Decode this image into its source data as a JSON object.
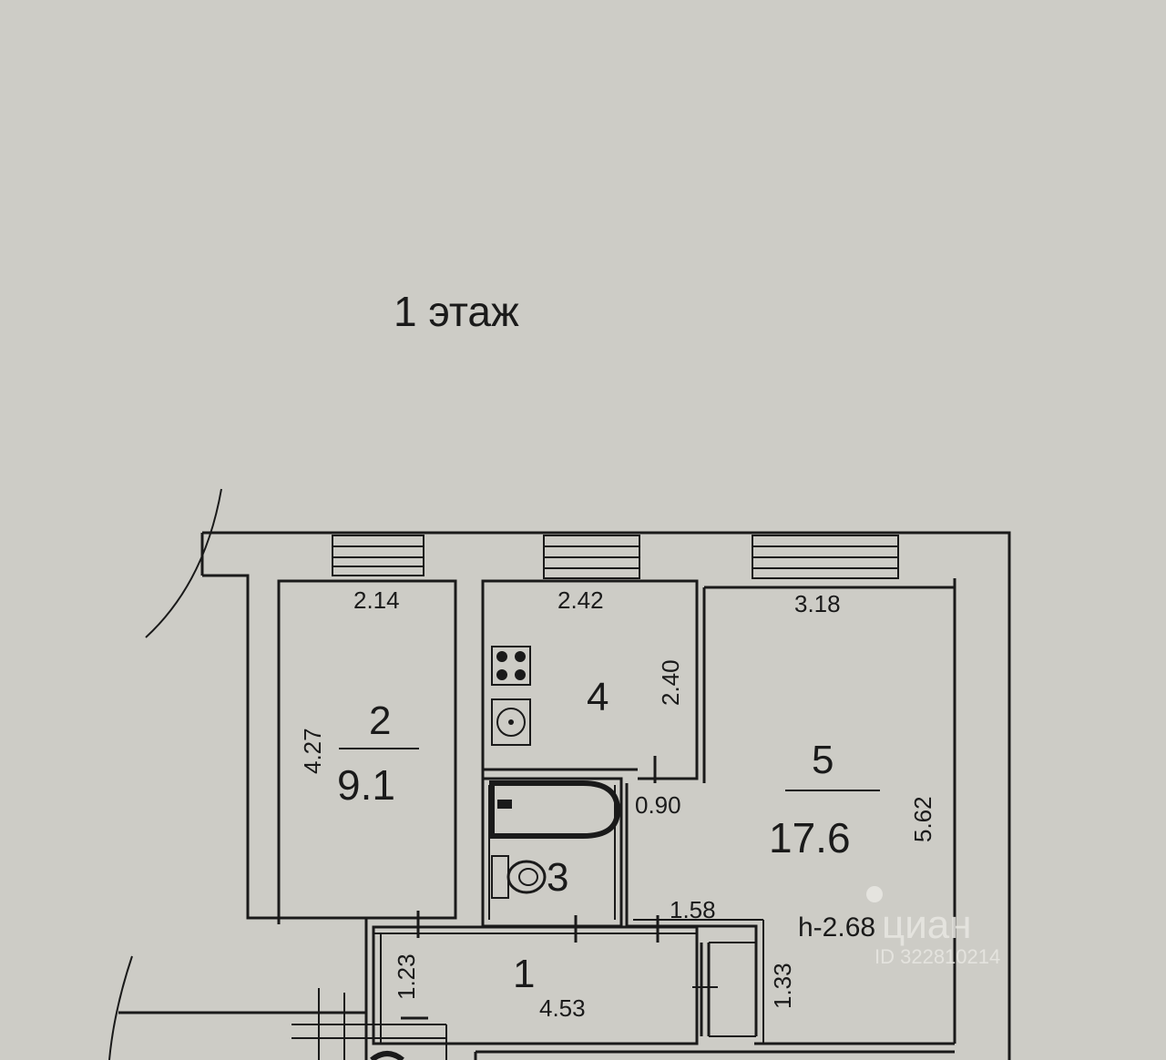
{
  "floor_title": "1 этаж",
  "rooms": [
    {
      "number": "1"
    },
    {
      "number": "2",
      "area": "9.1"
    },
    {
      "number": "3"
    },
    {
      "number": "4"
    },
    {
      "number": "5",
      "area": "17.6"
    }
  ],
  "dimensions": {
    "room2_width": "2.14",
    "room2_length": "4.27",
    "room4_width": "2.42",
    "room4_length": "2.40",
    "room5_width": "3.18",
    "room5_length": "5.62",
    "door_width": "0.90",
    "closet_width": "1.58",
    "closet_length": "1.33",
    "hall_width": "4.53",
    "hall_length": "1.23"
  },
  "ceiling_height": "h-2.68",
  "watermark": {
    "brand": "циан",
    "id": "ID 322810214"
  },
  "icons": [
    "stove-icon",
    "sink-icon",
    "bathtub-icon",
    "toilet-icon"
  ]
}
